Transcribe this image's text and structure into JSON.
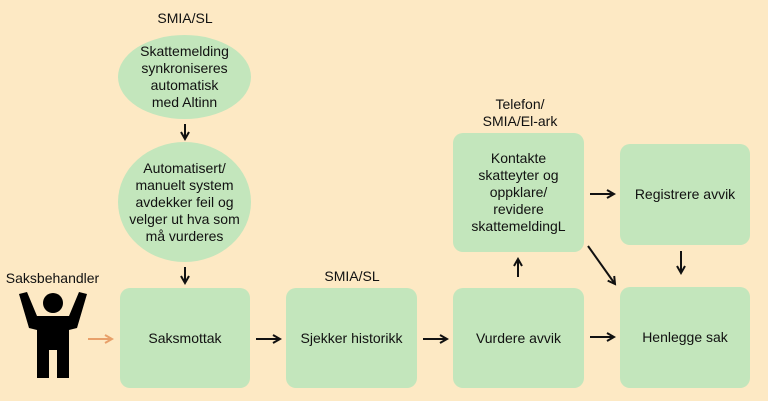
{
  "nodes": {
    "skattemelding": "Skattemelding\nsynkroniseres\nautomatisk\nmed Altinn",
    "automatisert": "Automatisert/\nmanuelt system\navdekker feil og\nvelger ut hva som\nmå vurderes",
    "saksmottak": "Saksmottak",
    "sjekker": "Sjekker historikk",
    "vurdere": "Vurdere avvik",
    "kontakte": "Kontakte\nskatteyter og\noppklare/\nrevidere\nskattemeldingL",
    "registrere": "Registrere avvik",
    "henlegge": "Henlegge sak"
  },
  "labels": {
    "smia_top": "SMIA/SL",
    "smia_mid": "SMIA/SL",
    "telefon": "Telefon/\nSMIA/El-ark",
    "saksbehandler": "Saksbehandler"
  },
  "colors": {
    "background": "#fde9c4",
    "node_fill": "#c3e6bc",
    "arrow": "#111111",
    "actor_arrow": "#e8a06a"
  }
}
